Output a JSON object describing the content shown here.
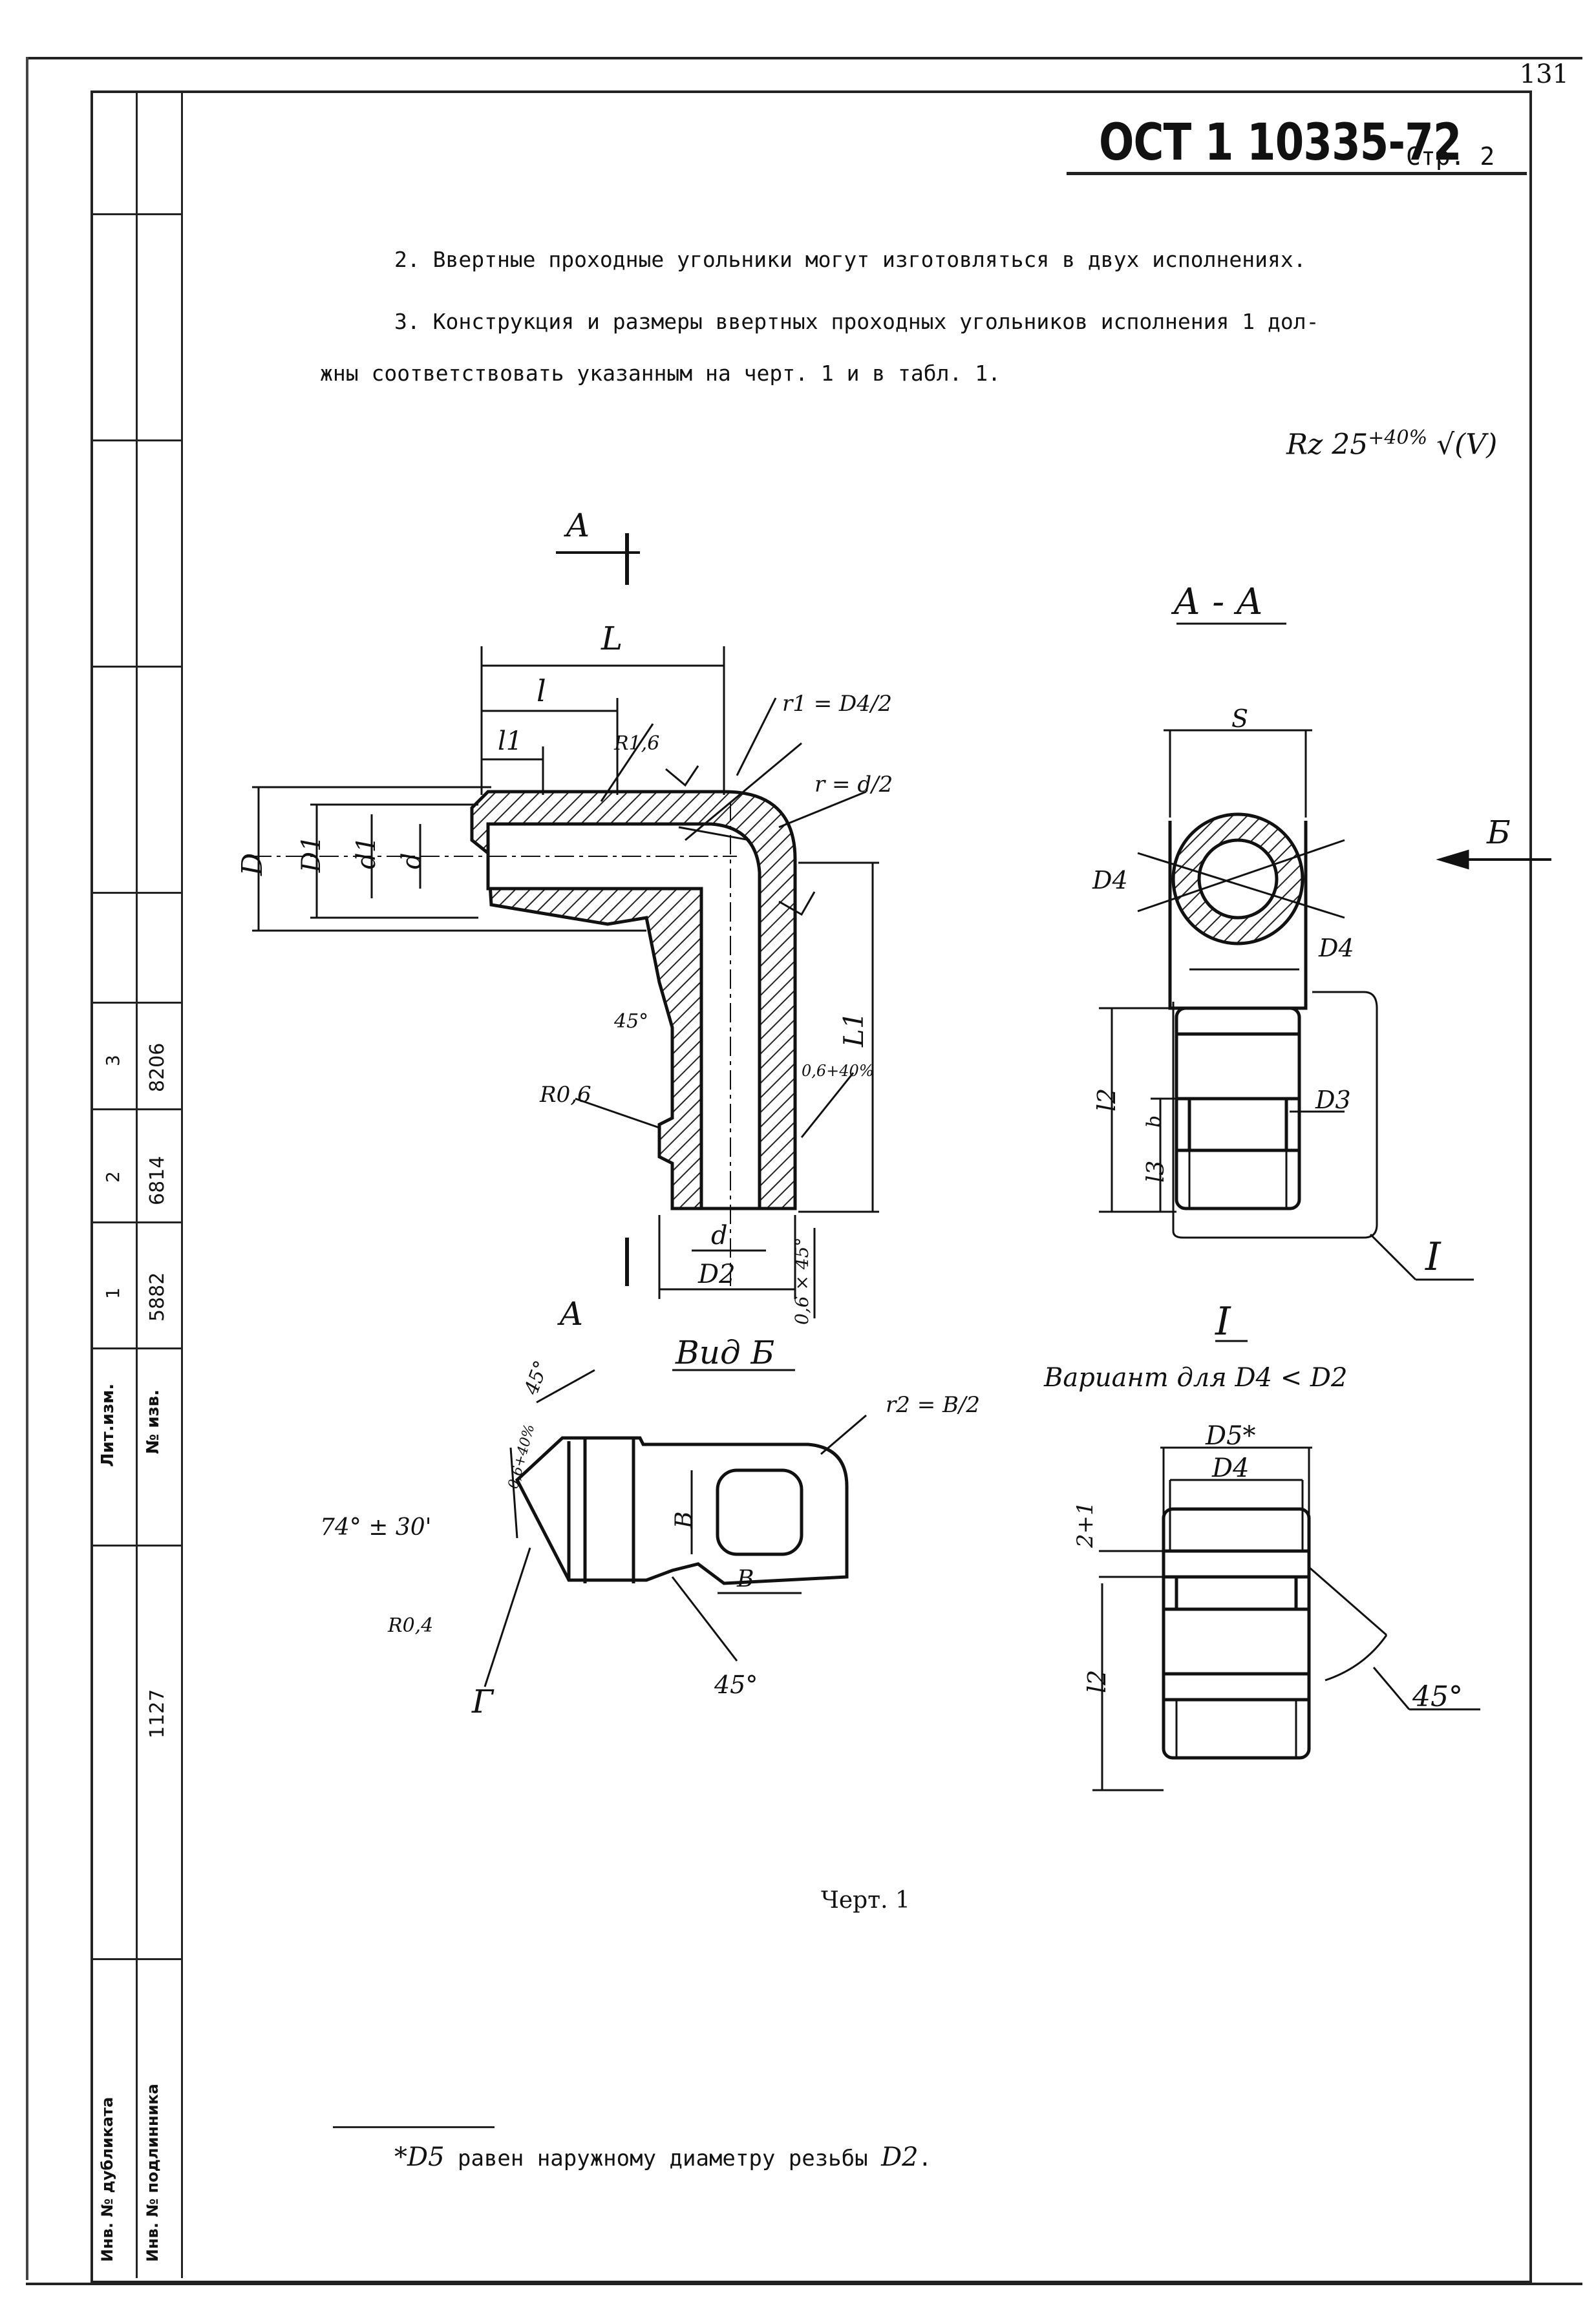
{
  "sheet_number": "131",
  "header": {
    "doc_code": "ОСТ 1 10335-72",
    "page_label": "Стр. 2"
  },
  "text": {
    "para2": "2. Ввертные проходные угольники могут изготовляться в двух исполнениях.",
    "para3_line1": "3. Конструкция и размеры ввертных проходных угольников исполнения 1 дол-",
    "para3_line2": "жны соответствовать указанным на черт. 1 и в табл. 1."
  },
  "roughness_note": {
    "value": "Rz 25",
    "tolerance": "+40%",
    "symbol": "√(V)"
  },
  "drawing_labels": {
    "section_a": "А",
    "section_title_aa": "А - А",
    "view_b": "Вид Б",
    "arrow_b": "Б",
    "L": "L",
    "l": "l",
    "l1": "l1",
    "L1": "L1",
    "D": "D",
    "D1": "D1",
    "d1": "d1",
    "d": "d",
    "D2": "D2",
    "R16": "R1,6",
    "R06": "R0,6",
    "R04": "R0,4",
    "r1": "r1 = D4/2",
    "r": "r = d/2",
    "r2": "r2 = B/2",
    "angle45": "45°",
    "chamfer": "0,6 × 45°",
    "ra": "0,6+40%",
    "cone": "74° ± 30'",
    "S": "S",
    "D4": "D4",
    "D3": "D3",
    "l2": "l2",
    "l3": "l3",
    "b": "b",
    "B": "B",
    "G": "Г",
    "I": "I",
    "variant_title": "I",
    "variant_caption": "Вариант для D4 < D2",
    "D5": "D5*",
    "tol21": "2+1"
  },
  "stamp": {
    "rev_header": "Лит.изм.",
    "notice_header": "№ изв.",
    "rev_1": "1",
    "rev_2": "2",
    "rev_3": "3",
    "notice_1": "5882",
    "notice_2": "6814",
    "notice_3": "8206",
    "dup_number": "1127",
    "inv_dup": "Инв. № дубликата",
    "inv_orig": "Инв. № подлинника"
  },
  "caption": "Черт. 1",
  "footnote": {
    "mark": "*D5",
    "text": "равен наружному диаметру резьбы",
    "ref": "D2"
  }
}
